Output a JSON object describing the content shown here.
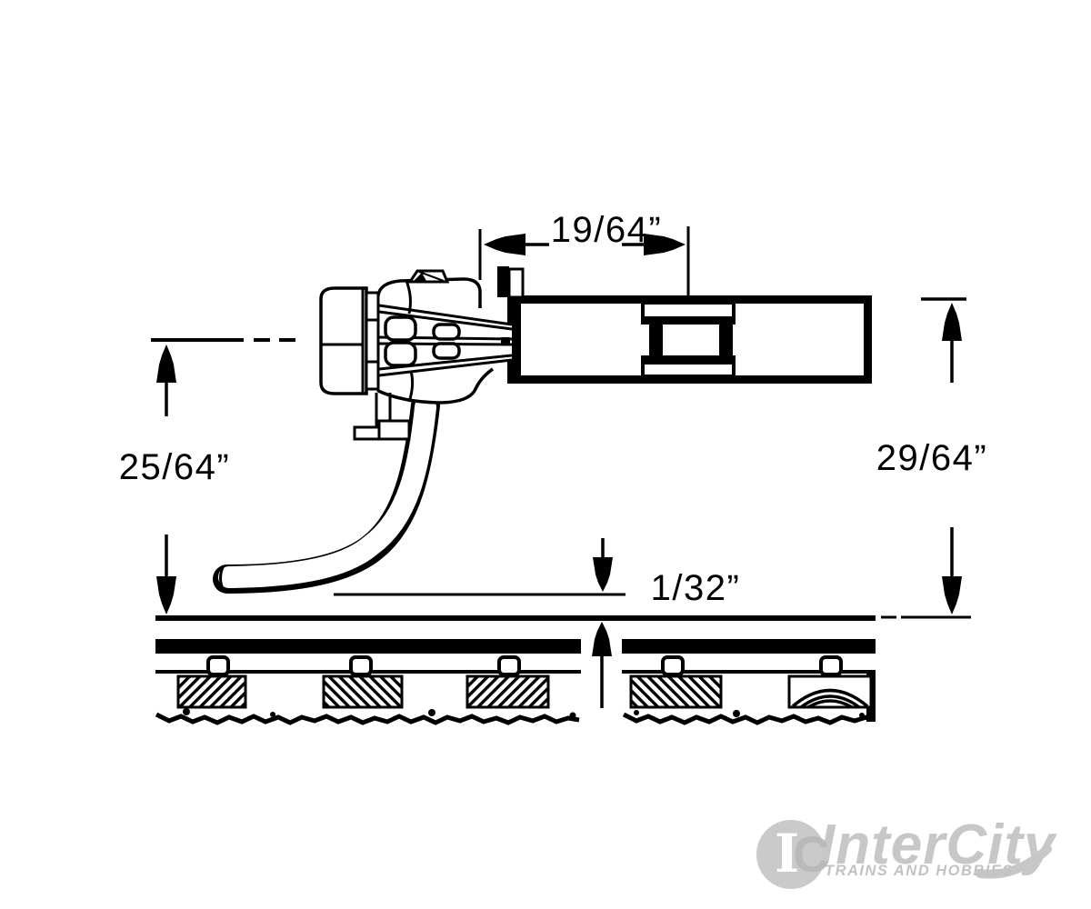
{
  "dimensions": {
    "shank_length": "19/64”",
    "coupler_centerline_height": "25/64”",
    "box_top_height": "29/64”",
    "trip_pin_clearance": "1/32”"
  },
  "logo": {
    "monogram_i": "I",
    "monogram_c": "C",
    "name": "InterCity",
    "tagline": "TRAINS AND HOBBIES"
  },
  "colors": {
    "ink": "#000000",
    "background": "#ffffff",
    "logo_gray": "#c7c7c7",
    "logo_gray_dark": "#b9b9b9"
  }
}
